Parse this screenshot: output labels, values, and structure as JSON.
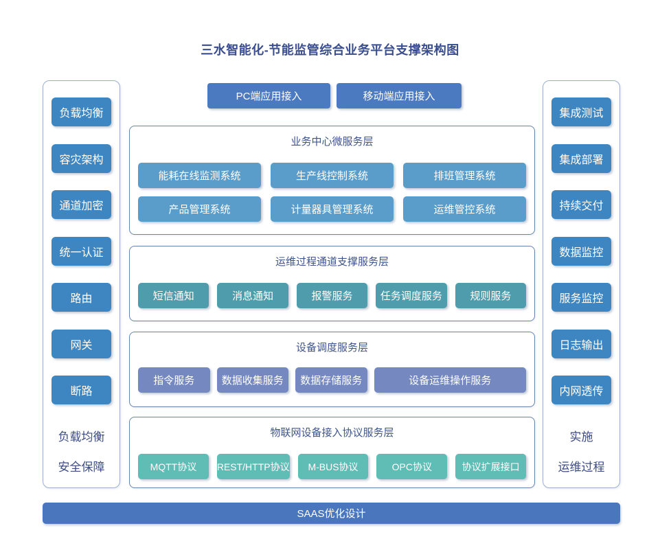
{
  "page": {
    "title": "三水智能化-节能监管综合业务平台支撑架构图"
  },
  "colors": {
    "title_text": "#3a4d8f",
    "sidebar_button_bg": "#3e86c1",
    "access_button_bg": "#4c7ac0",
    "business_layer_box_bg": "#5a9dca",
    "channel_layer_box_bg": "#4f9dac",
    "device_layer_box_bg": "#7589c0",
    "iot_layer_box_bg": "#5fbdb5",
    "footer_bar_bg": "#4a76bd",
    "layer_border": "#6884ae",
    "sidebar_border": "#9cb0ce",
    "caption_text": "#3d4c85"
  },
  "left_sidebar": {
    "items": [
      "负载均衡",
      "容灾架构",
      "通道加密",
      "统一认证",
      "路由",
      "网关",
      "断路"
    ],
    "caption_line1": "负载均衡",
    "caption_line2": "安全保障"
  },
  "right_sidebar": {
    "items": [
      "集成测试",
      "集成部署",
      "持续交付",
      "数据监控",
      "服务监控",
      "日志输出",
      "内网透传"
    ],
    "caption_line1": "实施",
    "caption_line2": "运维过程"
  },
  "access": {
    "pc": "PC端应用接入",
    "mobile": "移动端应用接入"
  },
  "layers": [
    {
      "title": "业务中心微服务层",
      "rows": [
        [
          "能耗在线监测系统",
          "生产线控制系统",
          "排班管理系统"
        ],
        [
          "产品管理系统",
          "计量器具管理系统",
          "运维管控系统"
        ]
      ]
    },
    {
      "title": "运维过程通道支撑服务层",
      "rows": [
        [
          "短信通知",
          "消息通知",
          "报警服务",
          "任务调度服务",
          "规则服务"
        ]
      ]
    },
    {
      "title": "设备调度服务层",
      "rows": [
        [
          "指令服务",
          "数据收集服务",
          "数据存储服务",
          "设备运维操作服务"
        ]
      ]
    },
    {
      "title": "物联网设备接入协议服务层",
      "rows": [
        [
          "MQTT协议",
          "REST/HTTP协议",
          "M-BUS协议",
          "OPC协议",
          "协议扩展接口"
        ]
      ]
    }
  ],
  "footer_bar": {
    "label": "SAAS优化设计"
  }
}
